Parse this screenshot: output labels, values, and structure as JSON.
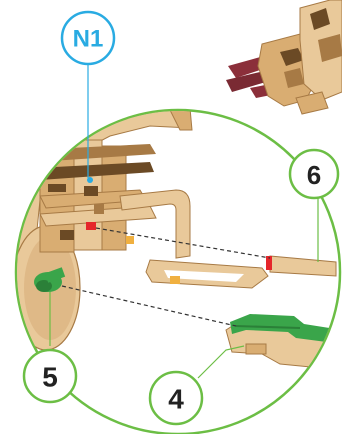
{
  "diagram": {
    "callouts": [
      {
        "id": "n1",
        "text": "N1",
        "color": "#29abe2"
      },
      {
        "id": "6",
        "text": "6",
        "color": "#6cbe45"
      },
      {
        "id": "5",
        "text": "5",
        "color": "#6cbe45"
      },
      {
        "id": "4",
        "text": "4",
        "color": "#6cbe45"
      }
    ],
    "colors": {
      "wood_light": "#e9c99a",
      "wood_mid": "#d9ad72",
      "wood_dark": "#a77a45",
      "wood_shadow": "#6b4a25",
      "pin_green": "#3aa54a",
      "pin_red": "#e5262b",
      "dowel_maroon": "#8b2f3a",
      "detail_circle": "#6cbe45",
      "callout_text": "#222222"
    }
  }
}
